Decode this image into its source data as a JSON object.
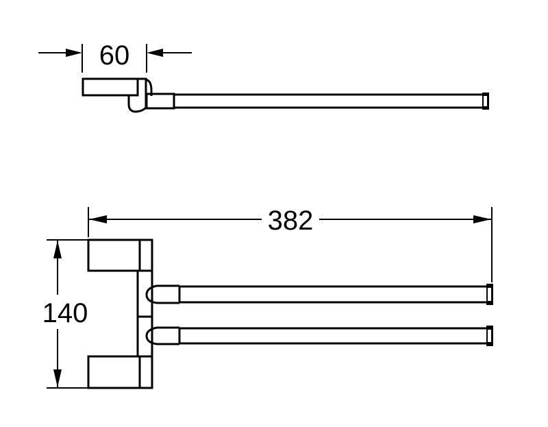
{
  "dimensions": {
    "top_width": "60",
    "overall_length": "382",
    "height": "140"
  }
}
